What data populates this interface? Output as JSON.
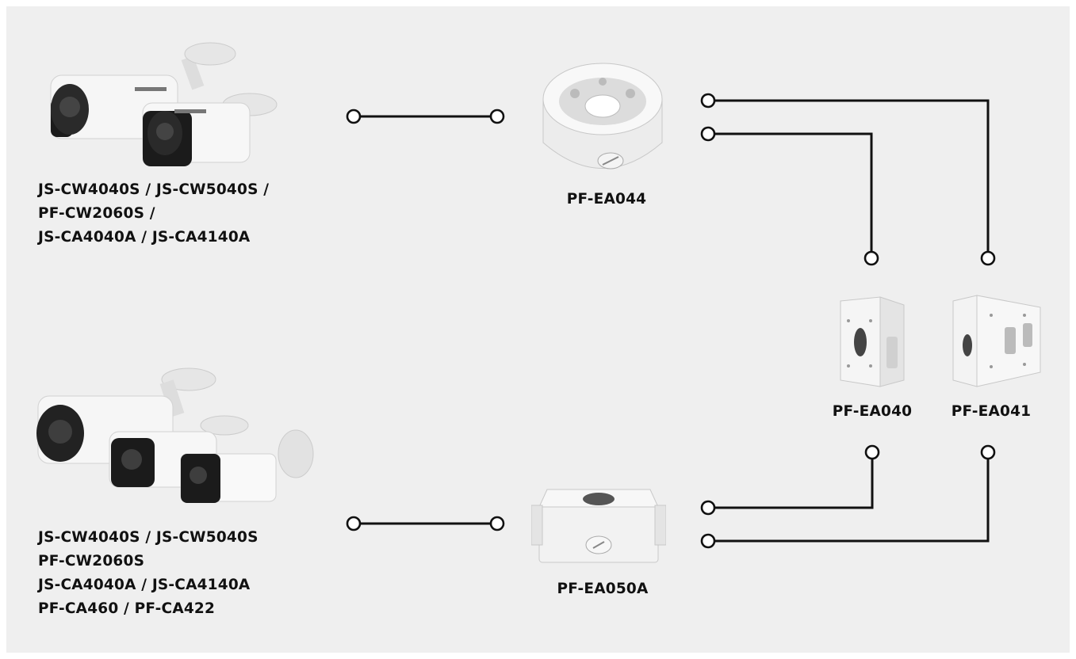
{
  "groups": [
    {
      "cameras_label_lines": [
        "JS-CW4040S / JS-CW5040S /",
        "PF-CW2060S /",
        "JS-CA4040A / JS-CA4140A"
      ],
      "junction_box": "PF-EA044"
    },
    {
      "cameras_label_lines": [
        "JS-CW4040S / JS-CW5040S",
        "PF-CW2060S",
        "JS-CA4040A / JS-CA4140A",
        "PF-CA460 / PF-CA422"
      ],
      "junction_box": "PF-EA050A"
    }
  ],
  "mounts": [
    "PF-EA040",
    "PF-EA041"
  ],
  "colors": {
    "background": "#efefef",
    "line": "#111111",
    "device": "#f7f7f7",
    "device_shadow": "#c9c9c9",
    "camera_front": "#1b1b1b"
  }
}
